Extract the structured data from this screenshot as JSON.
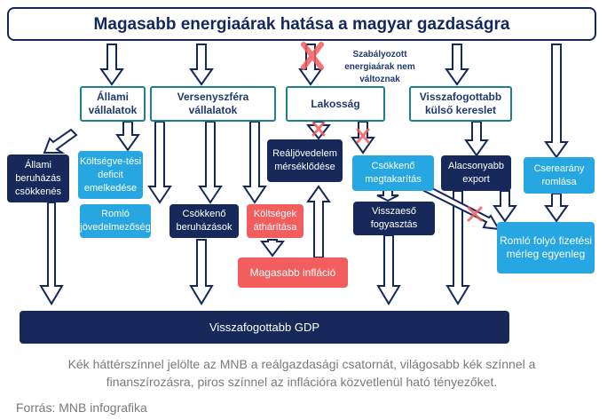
{
  "title": "Magasabb energiaárak hatása a magyar gazdaságra",
  "regulated_note": "Szabályozott energiaárak nem változnak",
  "sectors": {
    "state": "Állami vállalatok",
    "competitive": "Versenyszféra vállalatok",
    "households": "Lakosság",
    "external": "Visszafogottabb külső kereslet"
  },
  "boxes": {
    "state_investment": "Állami beruházás csökkenés",
    "budget_deficit": "Költségve-tési deficit emelkedése",
    "profitability": "Romló jövedelmezőség",
    "investment_decline": "Csökkenő beruházások",
    "cost_pass": "Költségek áthárítása",
    "excise": "Reáljövedelem mérséklődése",
    "savings": "Csökkenő megtakarítás",
    "consumption": "Visszaeső fogyasztás",
    "export": "Alacsonyabb export",
    "terms_of_trade": "Cserearány romlása",
    "balance": "Romló folyó fizetési mérleg egyenleg",
    "inflation": "Magasabb infláció",
    "gdp": "Visszafogottabb GDP"
  },
  "note": "Kék háttérszínnel jelölte az MNB a reálgazdasági csatornát, világosabb kék színnel a finanszírozásra, piros színnel az inflációra közvetlenül ható tényezőket.",
  "source": "Forrás: MNB infografika",
  "colors": {
    "navy": "#17295a",
    "light_blue": "#26a7e1",
    "red": "#f25d5d",
    "outline": "#1f7f8c"
  }
}
